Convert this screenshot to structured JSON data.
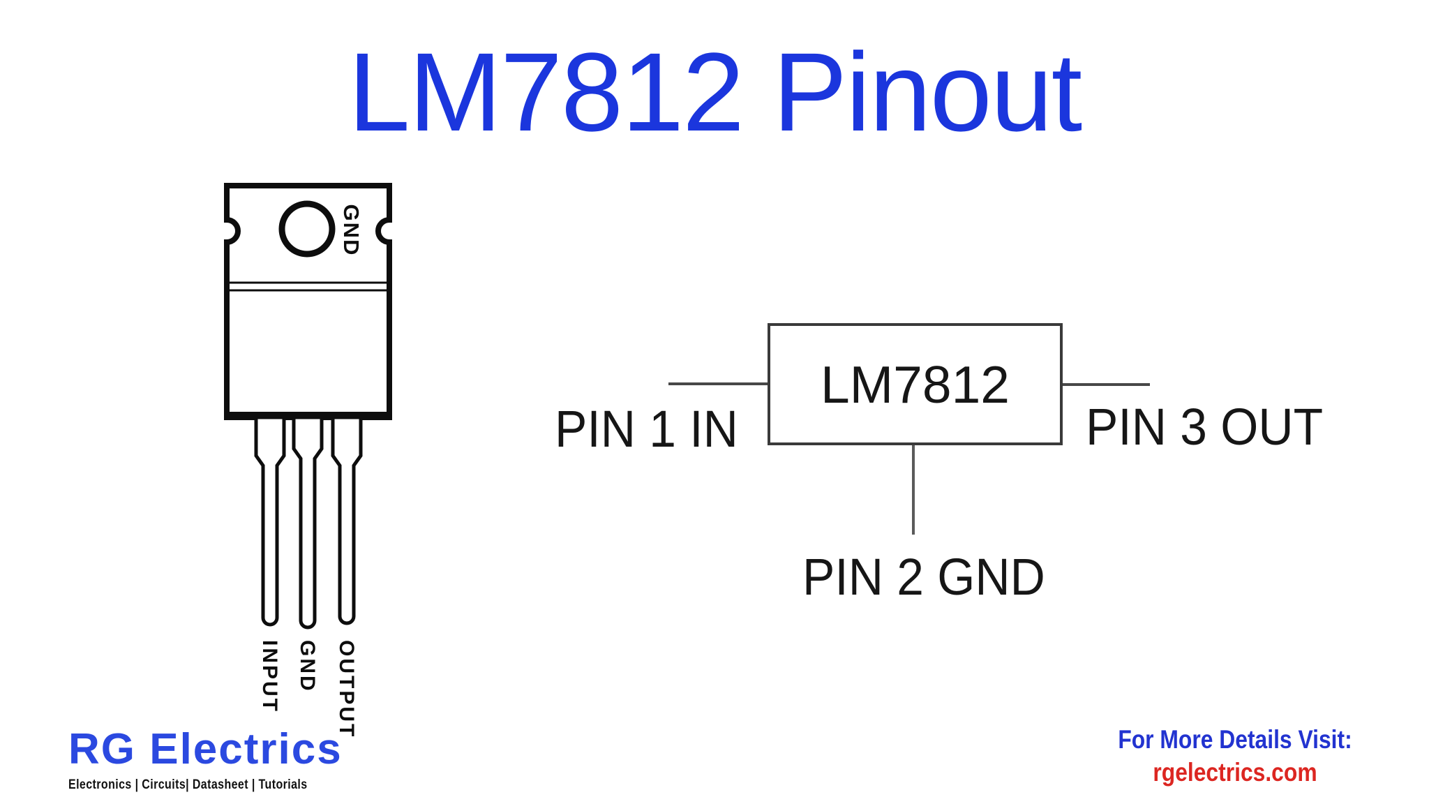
{
  "title": {
    "text": "LM7812 Pinout",
    "color": "#1b36dd"
  },
  "package": {
    "tab_label": "GND",
    "pin_labels": [
      "INPUT",
      "GND",
      "OUTPUT"
    ]
  },
  "schematic": {
    "chip_label": "LM7812",
    "pin1_label": "PIN 1 IN",
    "pin2_label": "PIN 2 GND",
    "pin3_label": "PIN 3 OUT"
  },
  "footer": {
    "logo_text": "RG Electrics",
    "logo_tagline": "Electronics | Circuits| Datasheet | Tutorials",
    "logo_color": "#2b49e0",
    "visit_text": "For More Details Visit:",
    "visit_color": "#2233d0",
    "website": "rgelectrics.com",
    "website_color": "#dc2621"
  }
}
